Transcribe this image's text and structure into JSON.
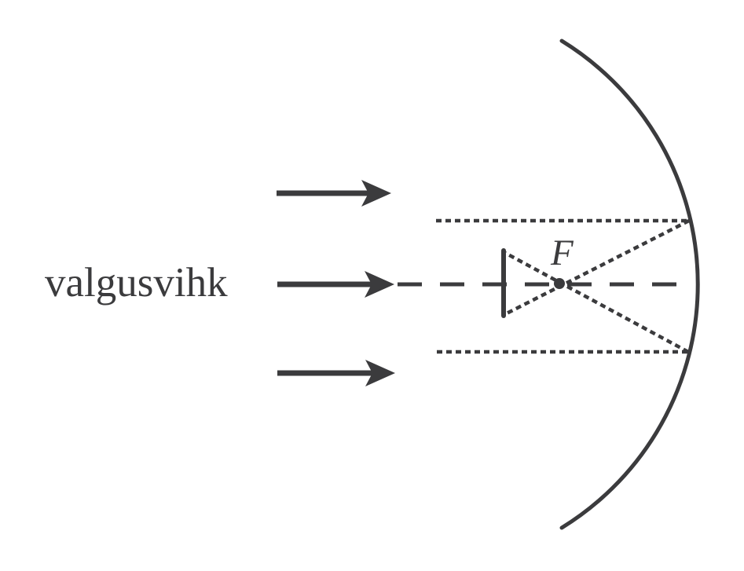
{
  "diagram": {
    "type": "concave-mirror-ray-diagram",
    "labels": {
      "light_beam": "valgusvihk",
      "focal_point": "F"
    },
    "colors": {
      "ink": "#3b3b3d",
      "background": "#ffffff"
    },
    "elements": [
      "light-beam-label",
      "incident-ray-arrow-top",
      "incident-ray-arrow-middle",
      "incident-ray-arrow-bottom",
      "optical-axis-dashed-line",
      "marginal-ray-upper-dotted",
      "marginal-ray-lower-dotted",
      "reflected-ray-upper-dotted",
      "reflected-ray-lower-dotted",
      "image-bar",
      "focal-point-dot",
      "focal-point-label",
      "concave-mirror-arc"
    ]
  }
}
